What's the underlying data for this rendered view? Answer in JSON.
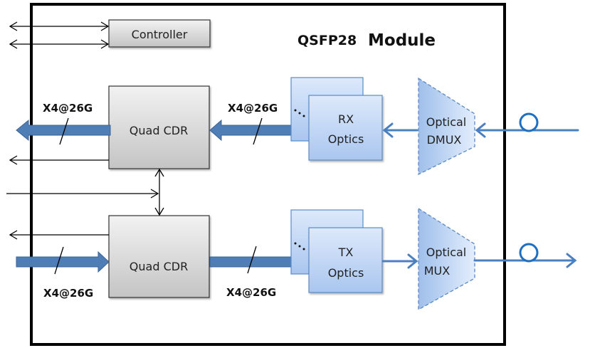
{
  "title": {
    "part1": "QSFP28",
    "part2": "Module"
  },
  "blocks": {
    "controller": "Controller",
    "cdr_rx": "Quad CDR",
    "cdr_tx": "Quad CDR",
    "rx_optics": {
      "line1": "RX",
      "line2": "Optics"
    },
    "tx_optics": {
      "line1": "TX",
      "line2": "Optics"
    },
    "dmux": {
      "line1": "Optical",
      "line2": "DMUX"
    },
    "mux": {
      "line1": "Optical",
      "line2": "MUX"
    }
  },
  "links": {
    "rx_host_rate": "X4@26G",
    "rx_optics_rate": "X4@26G",
    "tx_host_rate": "X4@26G",
    "tx_optics_rate": "X4@26G"
  },
  "ellipsis": "…",
  "colors": {
    "bus_fill": "#4f7db5",
    "bus_stroke": "#3a6396",
    "optic_fill": "#c5d9f5",
    "optic_stroke": "#5b8ac4",
    "fiber": "#4a7fc0",
    "cdr_fill_top": "#f0f0f0",
    "cdr_fill_bottom": "#c8c8c8"
  }
}
